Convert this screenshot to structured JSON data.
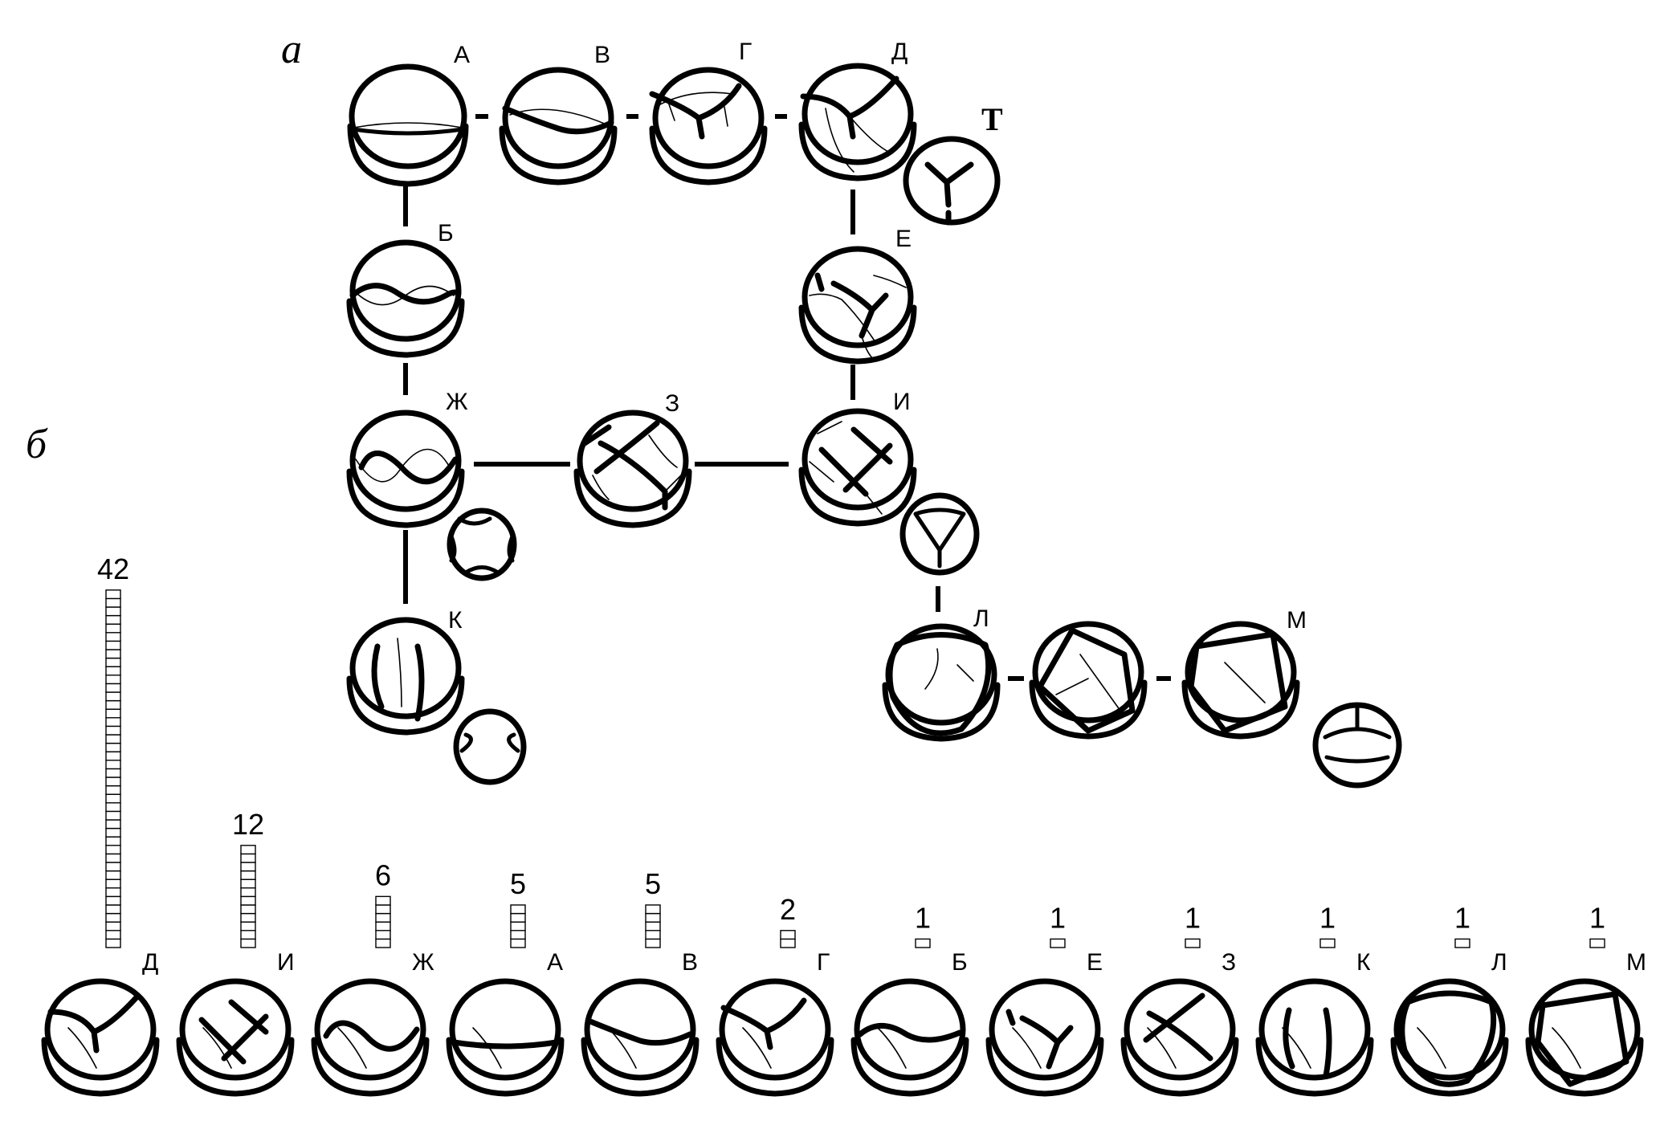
{
  "panels": {
    "a": "а",
    "b": "б"
  },
  "diagram_a": {
    "nodes": {
      "A": "А",
      "V": "В",
      "G": "Г",
      "D": "Д",
      "T": "Т",
      "B": "Б",
      "E": "Е",
      "Zh": "Ж",
      "Z": "З",
      "I": "И",
      "K": "К",
      "L": "Л",
      "M": "М"
    }
  },
  "chart_data": {
    "type": "bar",
    "categories": [
      "Д",
      "И",
      "Ж",
      "А",
      "В",
      "Г",
      "Б",
      "Е",
      "З",
      "К",
      "Л",
      "М"
    ],
    "values": [
      42,
      12,
      6,
      5,
      5,
      2,
      1,
      1,
      1,
      1,
      1,
      1
    ]
  }
}
